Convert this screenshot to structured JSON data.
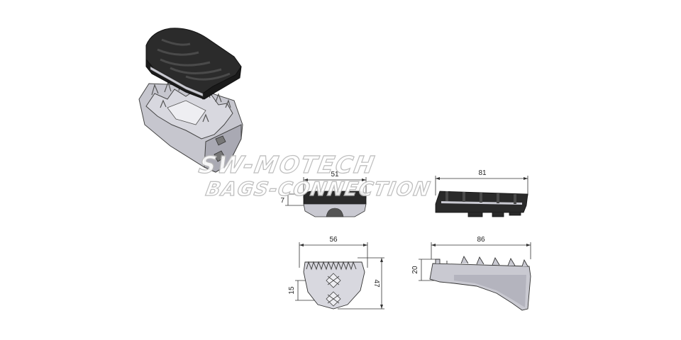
{
  "watermark": {
    "line1": "SW-MOTECH",
    "line2": "BAGS-CONNECTION"
  },
  "views": {
    "front": {
      "width": "51",
      "height": "7"
    },
    "side": {
      "length": "81"
    },
    "bottom": {
      "width": "56",
      "height": "47",
      "hole_spacing": "15"
    },
    "profile": {
      "length": "86",
      "height": "20"
    }
  },
  "colors": {
    "rubber": "#2b2b2b",
    "rubber_dark": "#1a1a1a",
    "metal": "#c9c9d1",
    "metal_dark": "#8e8e97",
    "outline": "#333333"
  }
}
